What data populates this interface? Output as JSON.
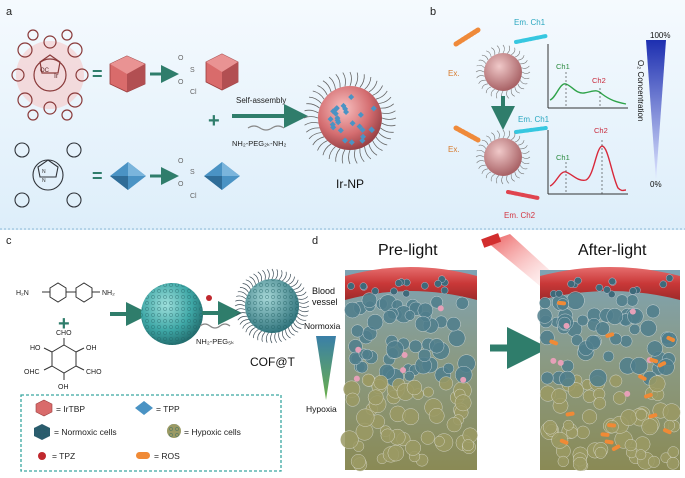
{
  "panels": {
    "a": {
      "letter": "a",
      "sulfonyl_label_top": "Cl",
      "sulfonyl_label_bottom": "Cl",
      "self_assembly": "Self-assembly",
      "peg": "NH₂-PEG₂ₖ-NH₂",
      "product": "Ir-NP",
      "ir_label": "Ir",
      "oc_label": "OC"
    },
    "b": {
      "letter": "b",
      "ex1": "Ex.",
      "ex2": "Ex.",
      "em_ch1_top": "Em. Ch1",
      "em_ch1_mid": "Em. Ch1",
      "em_ch2": "Em. Ch2",
      "ch1_top": "Ch1",
      "ch2_top": "Ch2",
      "ch1_bot": "Ch1",
      "ch2_bot": "Ch2",
      "o2_axis": "O₂ Concentration",
      "o2_max": "100%",
      "o2_min": "0%"
    },
    "c": {
      "letter": "c",
      "nh2_left": "H₂N",
      "nh2_right": "NH₂",
      "cho_top": "CHO",
      "oh_left": "HO",
      "oh_right": "OH",
      "ohc_left": "OHC",
      "cho_right": "CHO",
      "oh_bottom": "OH",
      "peg": "NH₂-PEG₅ₖ",
      "product": "COF@T"
    },
    "d": {
      "letter": "d",
      "pre_light": "Pre-light",
      "after_light": "After-light",
      "blood_vessel_1": "Blood",
      "blood_vessel_2": "vessel",
      "normoxia": "Normoxia",
      "hypoxia": "Hypoxia"
    },
    "legend": {
      "irtbp": "= IrTBP",
      "tpp": "= TPP",
      "normoxic": "= Normoxic cells",
      "hypoxic": "= Hypoxic cells",
      "tpz": "= TPZ",
      "ros": "= ROS"
    }
  },
  "colors": {
    "background_top": "#e6f2fb",
    "irtbp": "#d96b6b",
    "tpp": "#4a93c4",
    "cof": "#3ea7a6",
    "arrow": "#2f7d6b",
    "vessel": "#c83e3e",
    "em_ch1": "#36c7e0",
    "em_ch2": "#e0444f",
    "ex": "#ef8a3a",
    "curve_green": "#2fa34a",
    "curve_red": "#d8283a",
    "legend_border": "#3aa7a0"
  }
}
